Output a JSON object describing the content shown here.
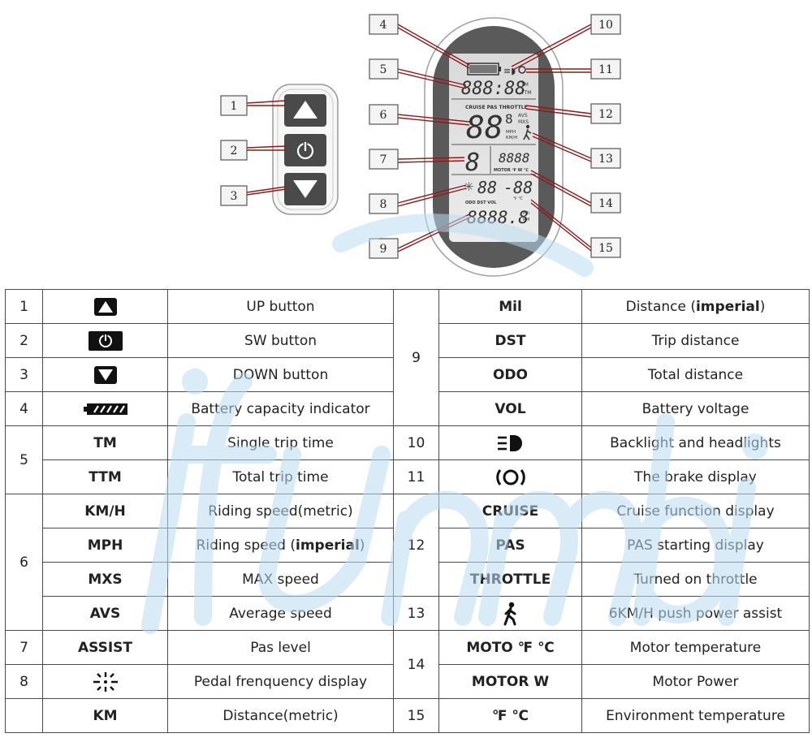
{
  "diagram": {
    "callouts": [
      "1",
      "2",
      "3",
      "4",
      "5",
      "6",
      "7",
      "8",
      "9",
      "10",
      "11",
      "12",
      "13",
      "14",
      "15"
    ],
    "lcd": {
      "trip_time_digits": "888:88",
      "tm_label": "TM",
      "ttm_label": "TTM",
      "mode_labels": "CRUISE  PAS  THROTTLE",
      "speed_digits": "88",
      "speed_small_digit": "8",
      "avs_label": "AVS",
      "mxs_label": "MXS",
      "mph_label": "MPH",
      "kmh_label": "KM/H",
      "assist_digit": "8",
      "power_digits": "8888",
      "motor_label": "MOTOR ℉ W ℃",
      "cadence_digits": "88",
      "temp_digits": "-88",
      "temp_units": "℉ ℃",
      "odo_labels": "ODO  DST  VOL",
      "odo_digits": "8888.8",
      "mil_label": "MIl",
      "km_label": "KM"
    }
  },
  "table": {
    "left": [
      {
        "num": "1",
        "icon": "up-button-icon",
        "desc": "UP button"
      },
      {
        "num": "2",
        "icon": "power-button-icon",
        "desc": "SW button"
      },
      {
        "num": "3",
        "icon": "down-button-icon",
        "desc": "DOWN button"
      },
      {
        "num": "4",
        "icon": "battery-icon",
        "desc": "Battery capacity indicator"
      },
      {
        "num": "5",
        "key": "TM",
        "desc": "Single trip time"
      },
      {
        "key": "TTM",
        "desc": "Total trip time"
      },
      {
        "num": "6",
        "key": "KM/H",
        "desc": "Riding speed(metric)"
      },
      {
        "key": "MPH",
        "desc_a": "Riding speed (",
        "desc_b": "imperial",
        "desc_c": ")"
      },
      {
        "key": "MXS",
        "desc": "MAX speed"
      },
      {
        "key": "AVS",
        "desc": "Average speed"
      },
      {
        "num": "7",
        "key": "ASSIST",
        "desc": "Pas level"
      },
      {
        "num": "8",
        "icon": "pedal-cadence-icon",
        "desc": "Pedal frenquency display"
      },
      {
        "num": "",
        "key": "KM",
        "desc": "Distance(metric)"
      }
    ],
    "right": [
      {
        "num": "9",
        "key": "Mil",
        "desc_a": "Distance (",
        "desc_b": "imperial",
        "desc_c": ")"
      },
      {
        "key": "DST",
        "desc": "Trip distance"
      },
      {
        "key": "ODO",
        "desc": "Total distance"
      },
      {
        "key": "VOL",
        "desc": "Battery voltage"
      },
      {
        "num": "10",
        "icon": "headlight-icon",
        "desc": "Backlight and headlights"
      },
      {
        "num": "11",
        "icon": "brake-icon",
        "desc": "The brake display"
      },
      {
        "num": "12",
        "key": "CRUISE",
        "desc": "Cruise function display"
      },
      {
        "key": "PAS",
        "desc": "PAS starting display"
      },
      {
        "key": "THROTTLE",
        "desc": "Turned on throttle"
      },
      {
        "num": "13",
        "icon": "walking-person-icon",
        "desc": "6KM/H push power assist"
      },
      {
        "num": "14",
        "key": "MOTO  ℉  ℃",
        "desc": "Motor temperature"
      },
      {
        "key": "MOTOR W",
        "desc": "Motor Power"
      },
      {
        "num": "15",
        "key": "℉  ℃",
        "desc": "Environment temperature"
      }
    ]
  },
  "colors": {
    "callout_line": "#8b1a1a",
    "watermark": "#b9dcf0",
    "border": "#4a4a4a",
    "button_face": "#4a4a4a"
  }
}
